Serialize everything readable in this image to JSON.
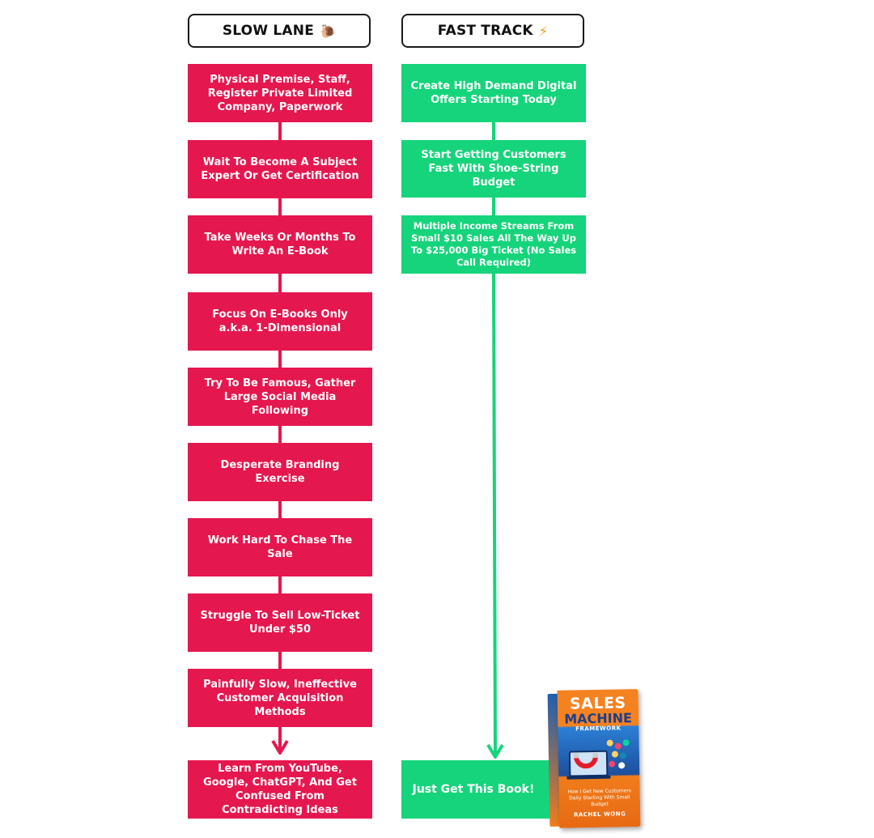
{
  "headers": {
    "slow": {
      "label": "SLOW LANE",
      "emoji": "🐌"
    },
    "fast": {
      "label": "FAST TRACK",
      "emoji": "⚡"
    }
  },
  "slow_lane": [
    "Physical Premise, Staff, Register Private Limited Company, Paperwork",
    "Wait To Become A Subject Expert Or Get Certification",
    "Take Weeks Or Months To Write An E-Book",
    "Focus On E-Books Only a.k.a. 1-Dimensional",
    "Try To Be Famous, Gather Large Social Media Following",
    "Desperate Branding Exercise",
    "Work Hard To Chase The Sale",
    "Struggle To Sell Low-Ticket Under $50",
    "Painfully Slow, Ineffective Customer Acquisition Methods",
    "Learn From YouTube, Google, ChatGPT, And Get Confused From Contradicting Ideas"
  ],
  "fast_track": [
    "Create High Demand Digital Offers Starting Today",
    "Start Getting Customers Fast With Shoe-String Budget",
    "Multiple Income Streams From Small $10 Sales All The Way Up To $25,000 Big Ticket (No Sales Call Required)",
    "Just Get This Book!"
  ],
  "book": {
    "title_line1": "SALES",
    "title_line2": "MACHINE",
    "title_line3": "FRAMEWORK",
    "subtitle": "How I Get New Customers Daily Starting With Small Budget",
    "author": "RACHEL WONG"
  },
  "colors": {
    "slow": "#e5174f",
    "fast": "#16d47b"
  }
}
